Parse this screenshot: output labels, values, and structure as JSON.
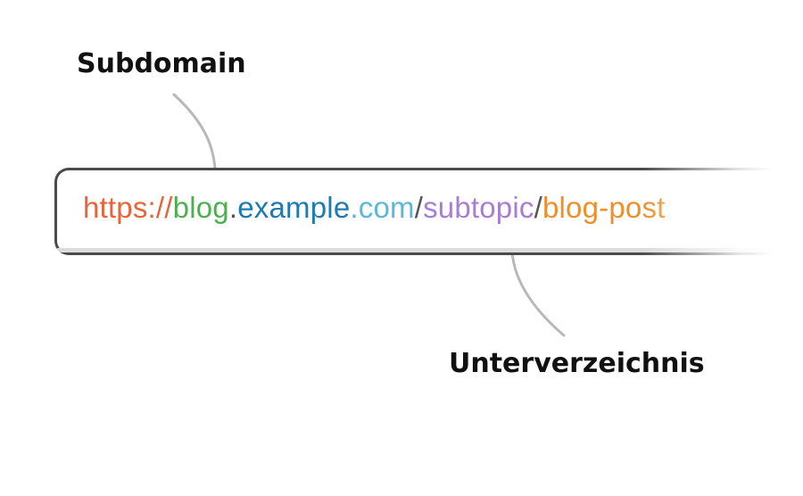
{
  "labels": {
    "subdomain": "Subdomain",
    "subdirectory": "Unterverzeichnis"
  },
  "url_parts": {
    "scheme": "https://",
    "subdomain": "blog",
    "dot1": ".",
    "domain": "example",
    "dot2": ".",
    "tld": "com",
    "slash1": "/",
    "subdirectory": "subtopic",
    "slash2": "/",
    "path": "blog-post"
  },
  "colors": {
    "scheme": "#e8643a",
    "subdomain": "#4cb050",
    "domain": "#1f7ab0",
    "tld": "#5bb8d8",
    "separator": "#555555",
    "subdirectory": "#a77dd6",
    "path": "#ef8f2a",
    "arrow": "#b8b8b8"
  }
}
